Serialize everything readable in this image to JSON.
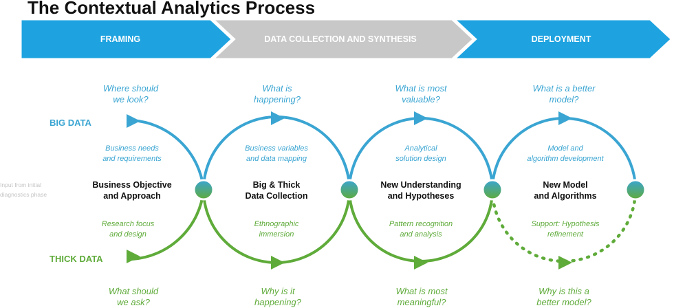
{
  "title": "The Contextual Analytics Process",
  "phases": [
    "FRAMING",
    "DATA COLLECTION AND SYNTHESIS",
    "DEPLOYMENT"
  ],
  "colors": {
    "blue": "#3aa5d2",
    "green": "#5fab3a",
    "phase_blue": "#1ea3e0",
    "phase_gray": "#c8c8c8",
    "input_text": "#c4c4c4"
  },
  "labels": {
    "big_data": "BIG DATA",
    "thick_data": "THICK DATA",
    "input_line1": "Input from initial",
    "input_line2": "diagnostics phase"
  },
  "stages": [
    {
      "name_line1": "Business Objective",
      "name_line2": "and Approach",
      "top_q1": "Where should",
      "top_q2": "we look?",
      "top_sub1": "Business needs",
      "top_sub2": "and requirements",
      "bot_sub1": "Research focus",
      "bot_sub2": "and design",
      "bot_q1": "What should",
      "bot_q2": "we ask?"
    },
    {
      "name_line1": "Big & Thick",
      "name_line2": "Data Collection",
      "top_q1": "What is",
      "top_q2": "happening?",
      "top_sub1": "Business variables",
      "top_sub2": "and data mapping",
      "bot_sub1": "Ethnographic",
      "bot_sub2": "immersion",
      "bot_q1": "Why is it",
      "bot_q2": "happening?"
    },
    {
      "name_line1": "New Understanding",
      "name_line2": "and Hypotheses",
      "top_q1": "What is most",
      "top_q2": "valuable?",
      "top_sub1": "Analytical",
      "top_sub2": "solution design",
      "bot_sub1": "Pattern recognition",
      "bot_sub2": "and analysis",
      "bot_q1": "What is most",
      "bot_q2": "meaningful?"
    },
    {
      "name_line1": "New Model",
      "name_line2": "and Algorithms",
      "top_q1": "What is a better",
      "top_q2": "model?",
      "top_sub1": "Model and",
      "top_sub2": "algorithm development",
      "bot_sub1": "Support: Hypothesis",
      "bot_sub2": "refinement",
      "bot_q1": "Why is this a",
      "bot_q2": "better model?"
    }
  ]
}
